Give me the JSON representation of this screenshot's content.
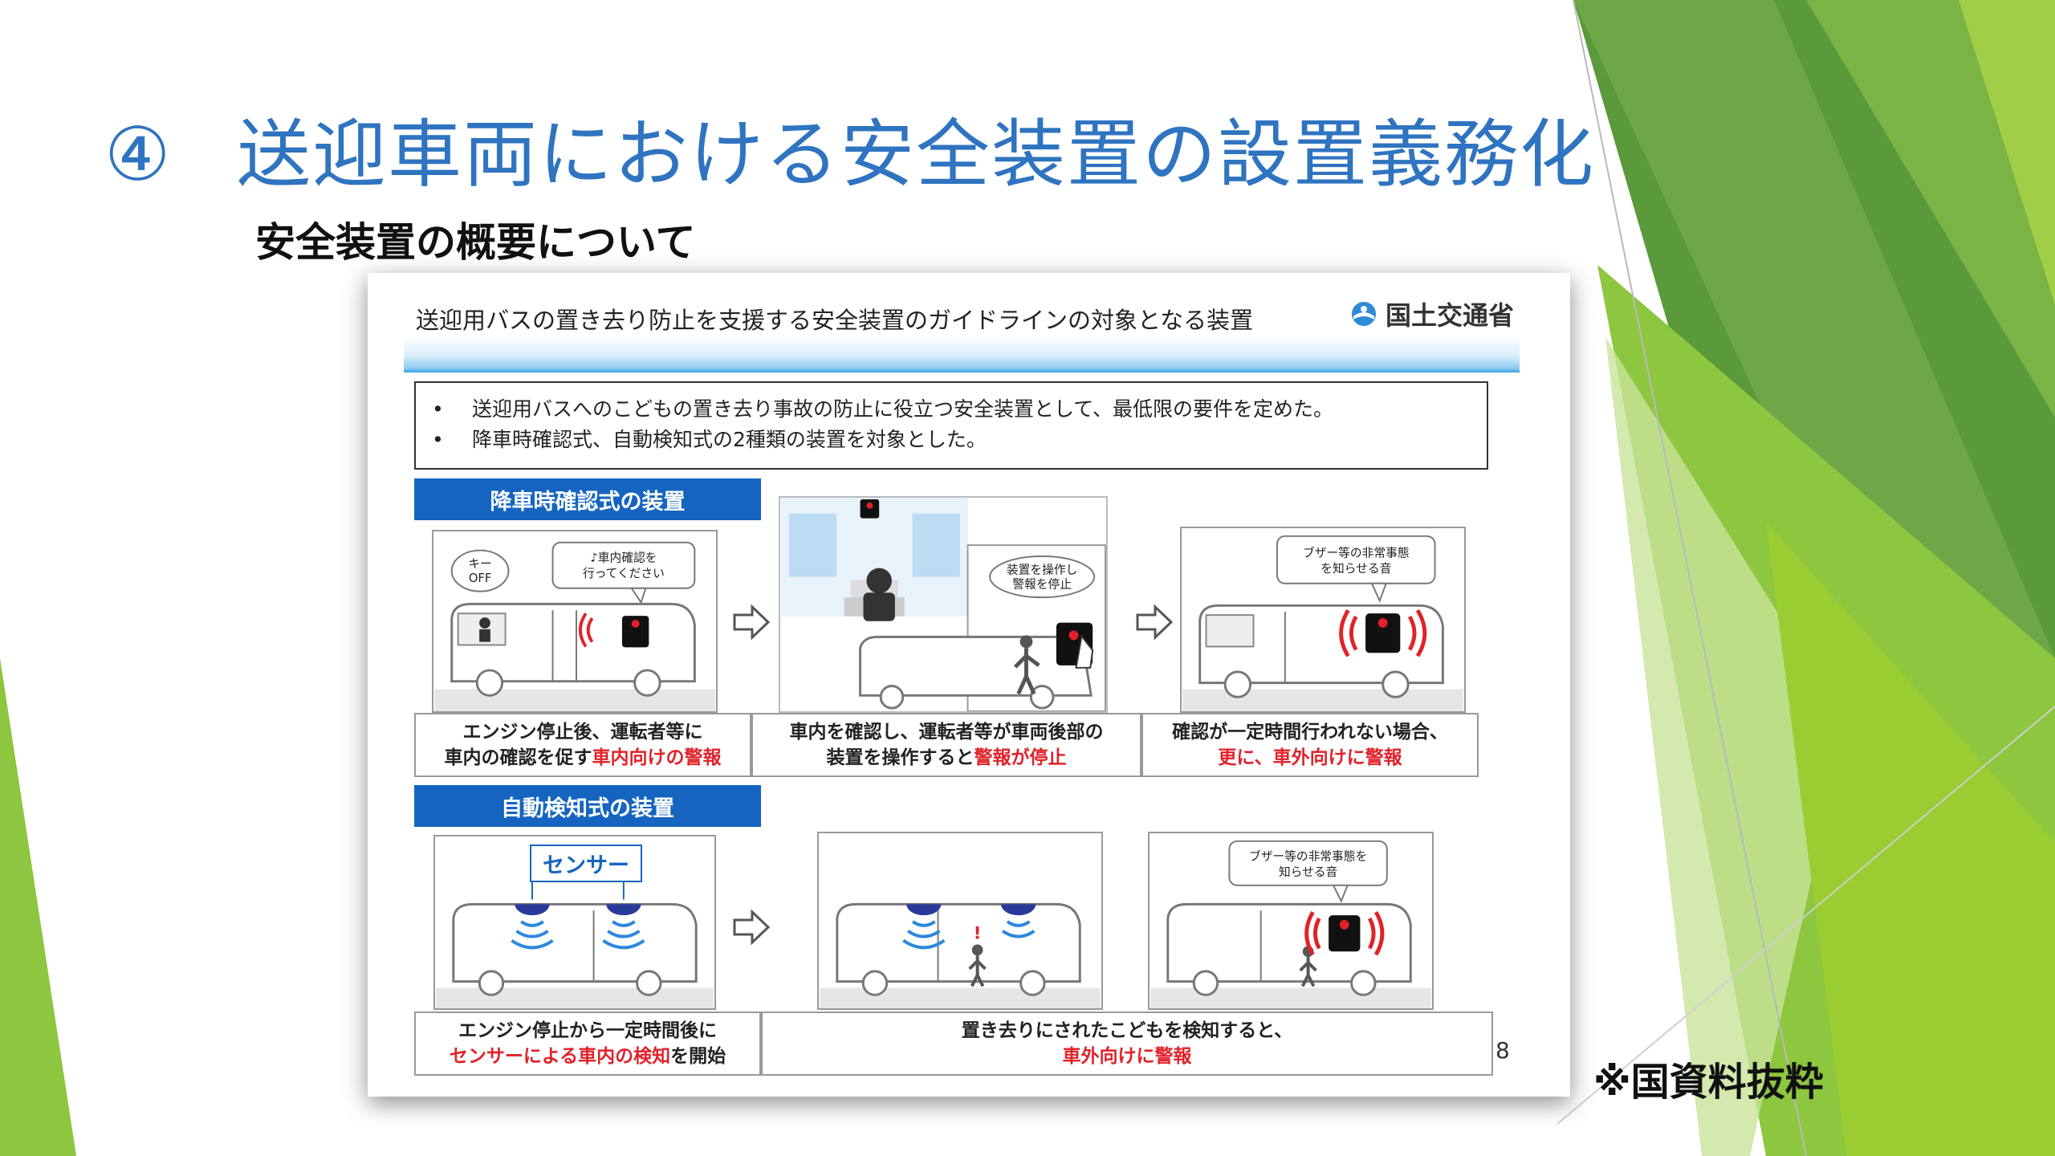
{
  "slide": {
    "title_number": "④",
    "title": "送迎車両における安全装置の設置義務化",
    "subtitle": "安全装置の概要について",
    "note": "※国資料抜粋"
  },
  "doc": {
    "header": "送迎用バスの置き去り防止を支援する安全装置のガイドラインの対象となる装置",
    "logo_text": "国土交通省",
    "bullet_marker": "•",
    "bullets": [
      "送迎用バスへのこどもの置き去り事故の防止に役立つ安全装置として、最低限の要件を定めた。",
      "降車時確認式、自動検知式の2種類の装置を対象とした。"
    ],
    "page_number": "8",
    "section1": {
      "heading": "降車時確認式の装置",
      "panel1": {
        "bubble_key": [
          "キー",
          "OFF"
        ],
        "bubble_voice": [
          "♪車内確認を",
          "行ってください"
        ]
      },
      "panel2": {
        "bubble": [
          "装置を操作し",
          "警報を停止"
        ]
      },
      "panel3": {
        "bubble": [
          "ブザー等の非常事態",
          "を知らせる音"
        ]
      },
      "captions": [
        {
          "line1": "エンジン停止後、運転者等に",
          "line2_plain": "車内の確認を促す",
          "line2_red": "車内向けの警報"
        },
        {
          "line1": "車内を確認し、運転者等が車両後部の",
          "line2_plain": "装置を操作すると",
          "line2_red": "警報が停止"
        },
        {
          "line1": "確認が一定時間行われない場合、",
          "line2_plain": "",
          "line2_red": "更に、車外向けに警報"
        }
      ]
    },
    "section2": {
      "heading": "自動検知式の装置",
      "sensor_label": "センサー",
      "panel3": {
        "bubble": [
          "ブザー等の非常事態を",
          "知らせる音"
        ]
      },
      "captions": [
        {
          "line1": "エンジン停止から一定時間後に",
          "line2_plain": "",
          "line2_red": "センサーによる車内の検知",
          "line2_tail": "を開始"
        },
        {
          "line1": "置き去りにされたこどもを検知すると、",
          "line2_plain": "",
          "line2_red": "車外向けに警報"
        }
      ]
    }
  },
  "colors": {
    "title_blue": "#2F74C0",
    "section_blue": "#1565C0",
    "alert_red": "#E0222A",
    "green_light": "#9ACD32",
    "green_dark": "#4E9A2A"
  }
}
